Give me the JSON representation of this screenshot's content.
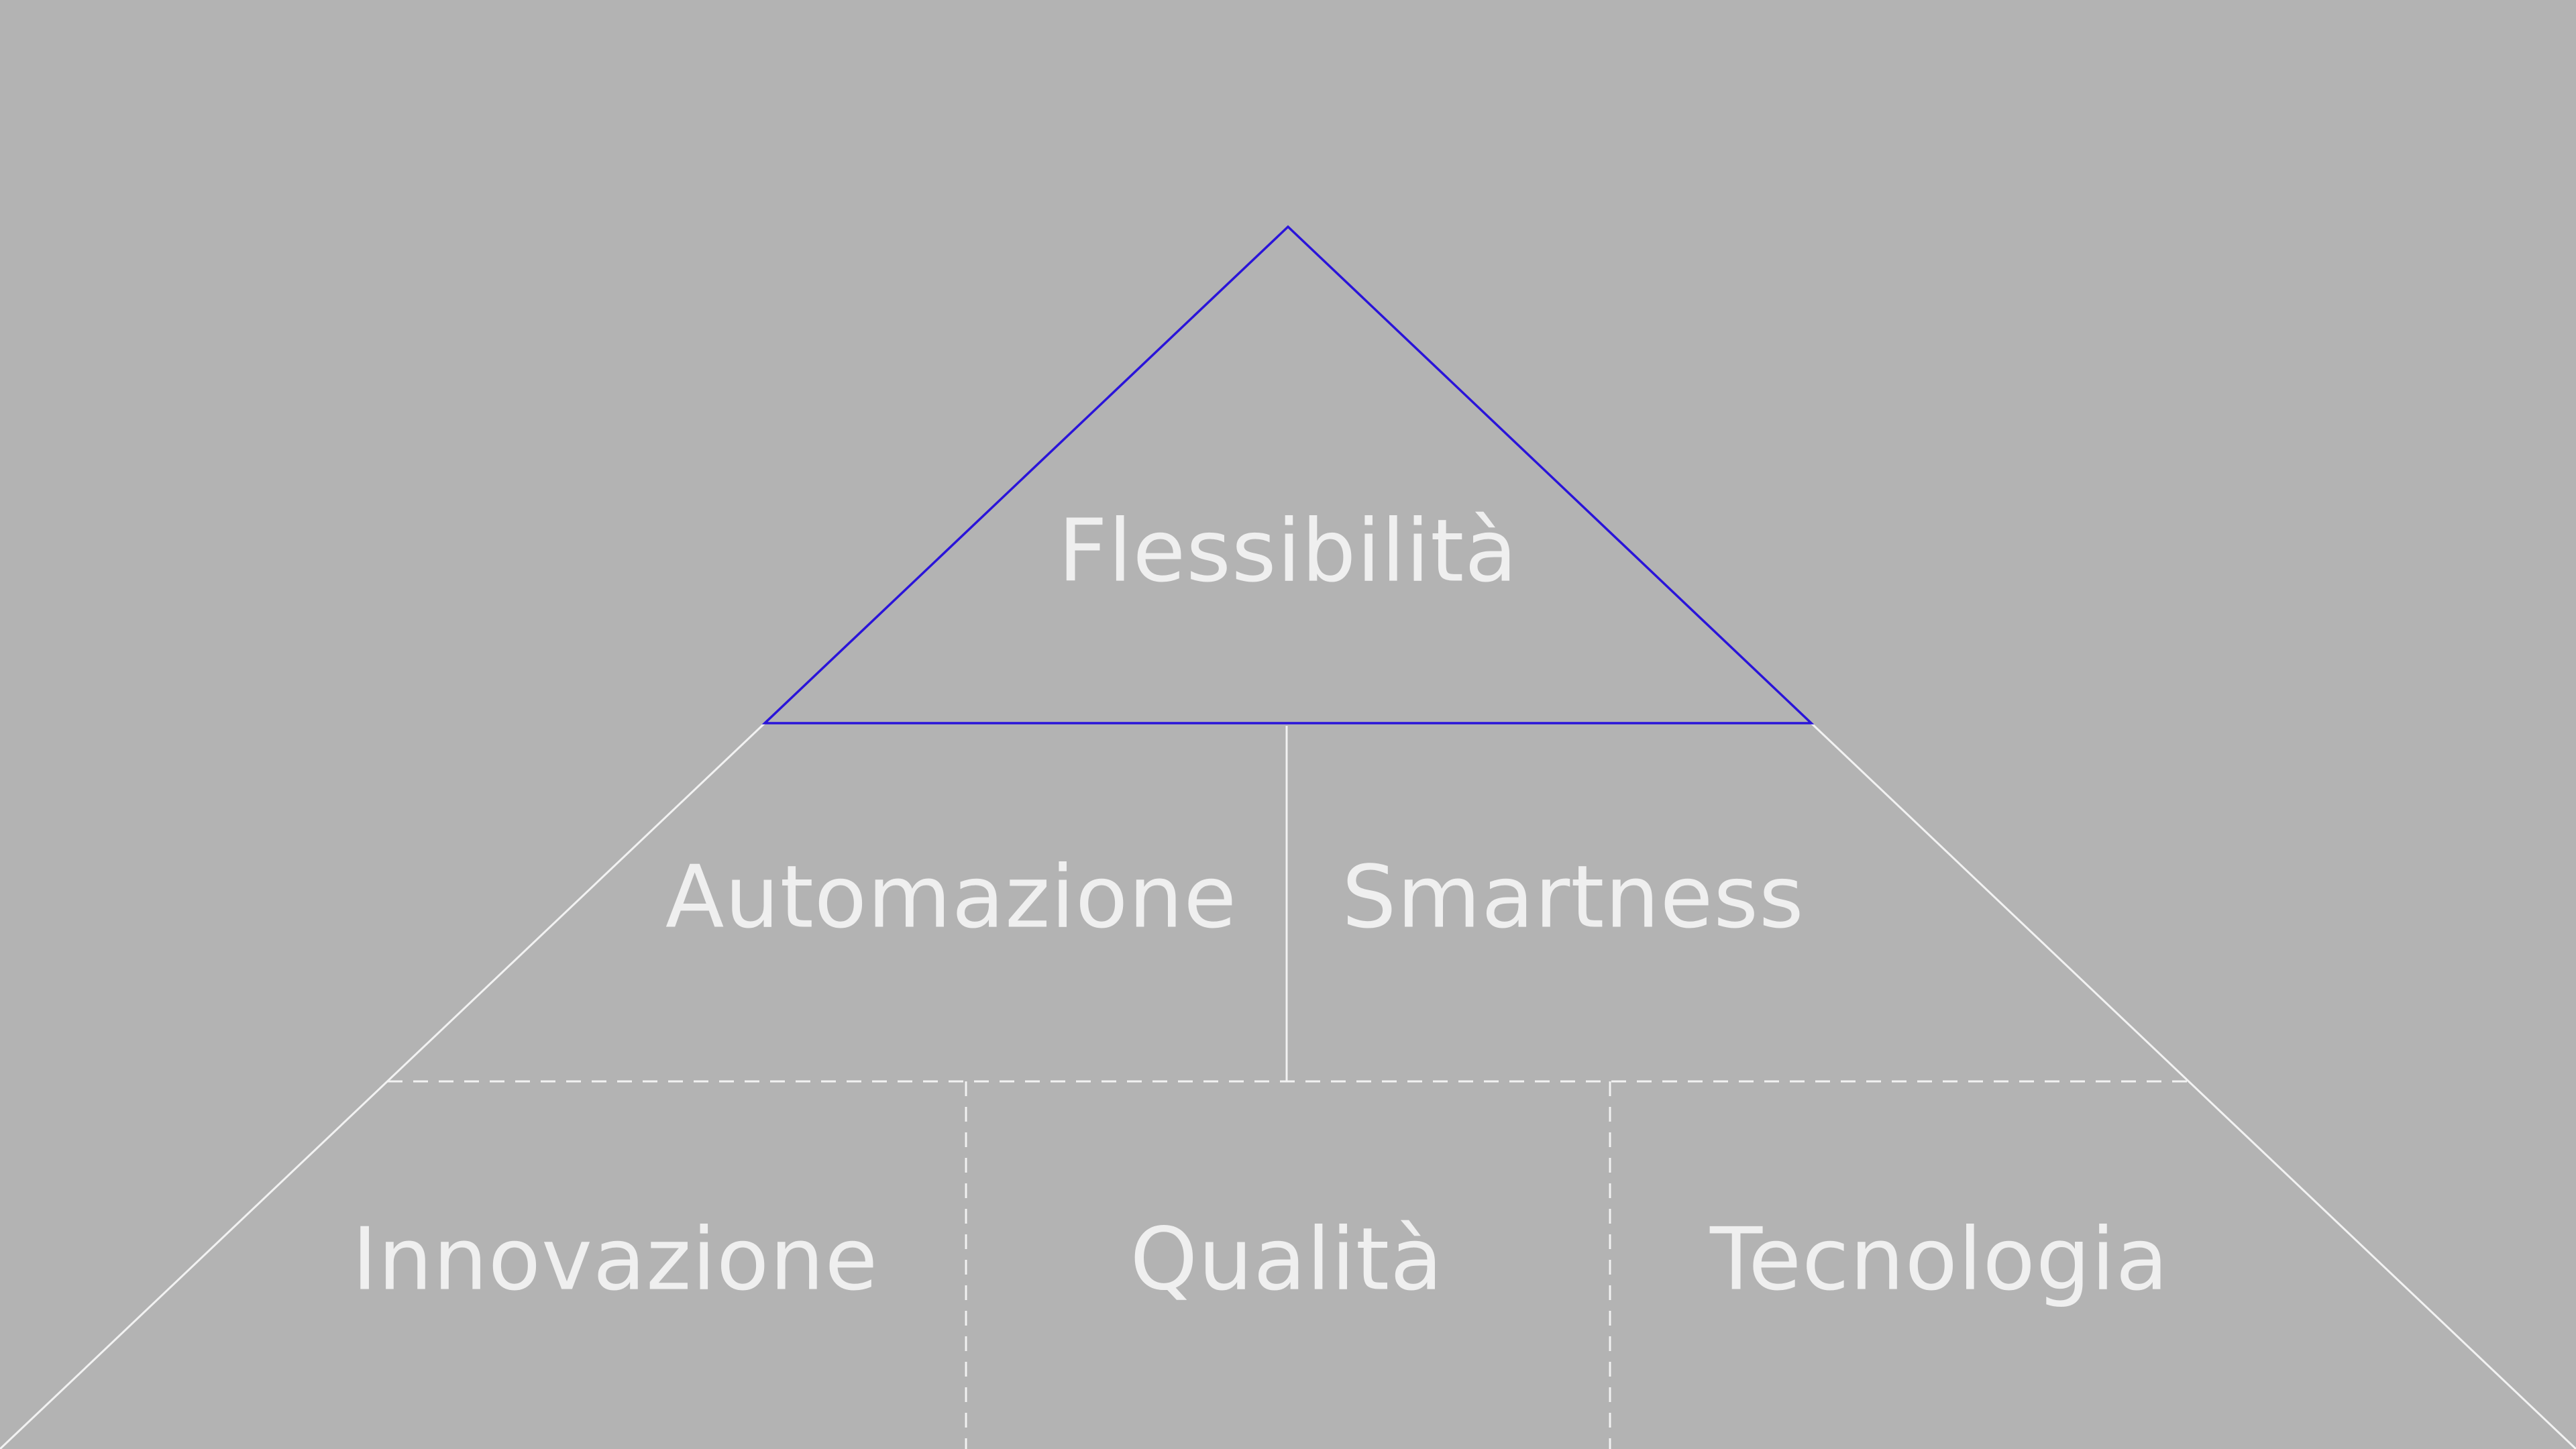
{
  "pyramid": {
    "top": {
      "label": "Flessibilità"
    },
    "middle": [
      {
        "label": "Automazione"
      },
      {
        "label": "Smartness"
      }
    ],
    "bottom": [
      {
        "label": "Innovazione"
      },
      {
        "label": "Qualità"
      },
      {
        "label": "Tecnologia"
      }
    ]
  },
  "colors": {
    "background": "#b3b3b3",
    "outline": "#f2f2f2",
    "highlight": "#2a14d9",
    "text": "#efefef"
  }
}
